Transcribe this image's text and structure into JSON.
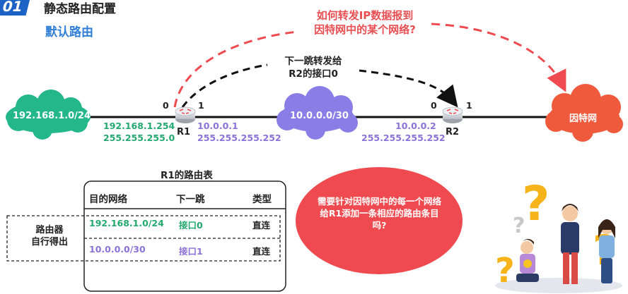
{
  "header": {
    "section_number": "01",
    "title": "静态路由配置",
    "subtitle": "默认路由"
  },
  "question": {
    "line1": "如何转发IP数据报到",
    "line2": "因特网中的某个网络?"
  },
  "next_hop_note": {
    "line1": "下一跳转发给",
    "line2": "R2的接口0"
  },
  "network": {
    "lan_left": "192.168.1.0/24",
    "middle_net": "10.0.0.0/30",
    "internet": "因特网",
    "r1": {
      "name": "R1",
      "port0": "0",
      "port1": "1",
      "if0_ip": "192.168.1.254",
      "if0_mask": "255.255.255.0",
      "if1_ip": "10.0.0.1",
      "if1_mask": "255.255.255.252"
    },
    "r2": {
      "name": "R2",
      "port0": "0",
      "port1": "1",
      "if0_ip": "10.0.0.2",
      "if0_mask": "255.255.255.252"
    }
  },
  "routing_table": {
    "title": "R1的路由表",
    "headers": [
      "目的网络",
      "下一跳",
      "类型"
    ],
    "rows": [
      {
        "dest": "192.168.1.0/24",
        "next_hop": "接口0",
        "type": "直连"
      },
      {
        "dest": "10.0.0.0/30",
        "next_hop": "接口1",
        "type": "直连"
      }
    ],
    "side_label_line1": "路由器",
    "side_label_line2": "自行得出"
  },
  "bubble": {
    "text": "需要针对因特网中的每一个网络给R1添加一条相应的路由条目吗?"
  },
  "colors": {
    "accent_blue": "#1d63c6",
    "red": "#e84f52",
    "green": "#23a86f",
    "purple": "#8a72d9",
    "cloud_left": "#24b789",
    "cloud_middle": "#8a7de6",
    "cloud_right": "#ef5a3c"
  }
}
